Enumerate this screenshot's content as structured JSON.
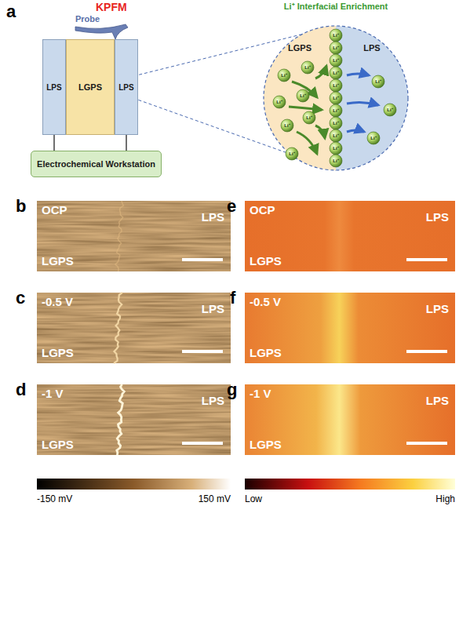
{
  "diagram": {
    "nodes": [
      {
        "text": [
          "LPS"
        ]
      },
      {
        "text": [
          "LGPS"
        ]
      },
      {
        "text": [
          "LPS"
        ]
      },
      {
        "text": [
          "Electrochemical Workstation"
        ]
      },
      {
        "text": [
          "LGPS"
        ]
      },
      {
        "text": [
          "LPS"
        ]
      },
      {
        "text": [
          "OCP",
          "LPS",
          "LGPS"
        ]
      },
      {
        "text": [
          "-0.5 V",
          "LPS",
          "LGPS"
        ]
      },
      {
        "text": [
          "-1 V",
          "LPS",
          "LGPS"
        ]
      },
      {
        "text": [
          "OCP",
          "LPS",
          "LGPS"
        ]
      },
      {
        "text": [
          "-0.5 V",
          "LPS",
          "LGPS"
        ]
      },
      {
        "text": [
          "-1 V",
          "LPS",
          "LGPS"
        ]
      }
    ],
    "edges": [
      {
        "from": 0,
        "to": 3,
        "arrow": "none"
      },
      {
        "from": 2,
        "to": 3,
        "arrow": "none"
      }
    ],
    "labels": [
      "a",
      "KPFM",
      "Probe",
      "Li⁺ Interfacial Enrichment",
      "b",
      "c",
      "d",
      "e",
      "f",
      "g",
      "-150 mV",
      "150 mV",
      "Low",
      "High",
      "Li⁺",
      "Li⁺",
      "Li⁺",
      "Li⁺",
      "Li⁺",
      "Li⁺",
      "Li⁺",
      "Li⁺",
      "Li⁺",
      "Li⁺",
      "Li⁺",
      "Li⁺",
      "Li⁺",
      "Li⁺",
      "Li⁺",
      "Li⁺",
      "Li⁺",
      "Li⁺",
      "Li⁺",
      "Li⁺",
      "Li⁺"
    ]
  }
}
